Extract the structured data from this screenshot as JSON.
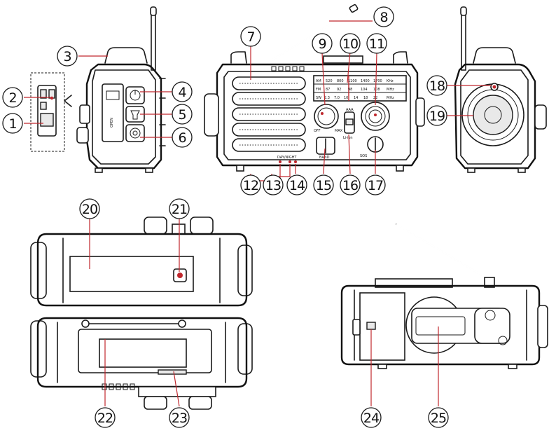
{
  "callouts": [
    {
      "id": "c1",
      "label": "1"
    },
    {
      "id": "c2",
      "label": "2"
    },
    {
      "id": "c3",
      "label": "3"
    },
    {
      "id": "c4",
      "label": "4"
    },
    {
      "id": "c5",
      "label": "5"
    },
    {
      "id": "c6",
      "label": "6"
    },
    {
      "id": "c7",
      "label": "7"
    },
    {
      "id": "c8",
      "label": "8"
    },
    {
      "id": "c9",
      "label": "9"
    },
    {
      "id": "c10",
      "label": "10"
    },
    {
      "id": "c11",
      "label": "11"
    },
    {
      "id": "c12",
      "label": "12"
    },
    {
      "id": "c13",
      "label": "13"
    },
    {
      "id": "c14",
      "label": "14"
    },
    {
      "id": "c15",
      "label": "15"
    },
    {
      "id": "c16",
      "label": "16"
    },
    {
      "id": "c17",
      "label": "17"
    },
    {
      "id": "c18",
      "label": "18"
    },
    {
      "id": "c19",
      "label": "19"
    },
    {
      "id": "c20",
      "label": "20"
    },
    {
      "id": "c21",
      "label": "21"
    },
    {
      "id": "c22",
      "label": "22"
    },
    {
      "id": "c23",
      "label": "23"
    },
    {
      "id": "c24",
      "label": "24"
    },
    {
      "id": "c25",
      "label": "25"
    }
  ],
  "dial": {
    "am": [
      "AM",
      "520",
      "800",
      "1100",
      "1400",
      "1700",
      "KHz"
    ],
    "fm": [
      "FM",
      "87",
      "92",
      "98",
      "104",
      "108",
      "MHz"
    ],
    "sw": [
      "SW",
      "2.3",
      "7.0",
      "10",
      "14",
      "18",
      "22",
      "MHz"
    ]
  },
  "panel_labels": {
    "side_port": "OPEN",
    "tuning_min": "OFF",
    "tuning_max": "MAX",
    "switch_top": "AAA",
    "switch_bottom": "Li-ion",
    "band_text": "BAND",
    "sos_text": "SOS",
    "power_text": "DAY/NIGHT"
  },
  "colors": {
    "line": "#1a1a1a",
    "leader_accent": "#c0272d"
  }
}
